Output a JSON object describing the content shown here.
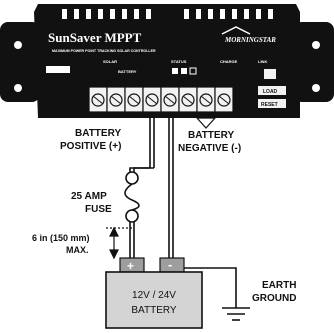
{
  "controller": {
    "brand": "SunSaver MPPT",
    "tagline": "MAXIMUM POWER POINT TRACKING SOLAR CONTROLLER",
    "logo_text": "MORNINGSTAR",
    "module_label": "SOLAR",
    "load_label": "LOAD",
    "battery_label": "BATTERY",
    "link_label": "LINK",
    "status_label": "STATUS",
    "charge_label": "CHARGE",
    "reset_label": "RESET"
  },
  "wiring": {
    "battery_positive_line1": "BATTERY",
    "battery_positive_line2": "POSITIVE (+)",
    "battery_negative_line1": "BATTERY",
    "battery_negative_line2": "NEGATIVE (-)",
    "fuse_line1": "25 AMP",
    "fuse_line2": "FUSE",
    "max_dist_line1": "6 in (150 mm)",
    "max_dist_line2": "MAX.",
    "earth_line1": "EARTH",
    "earth_line2": "GROUND"
  },
  "battery": {
    "voltage": "12V / 24V",
    "label": "BATTERY",
    "plus": "+",
    "minus": "-"
  },
  "colors": {
    "case": "#111111",
    "terminal": "#f2f2f2",
    "battery_body": "#d4d4d4",
    "battery_top": "#9e9e9e",
    "wire": "#111111"
  }
}
